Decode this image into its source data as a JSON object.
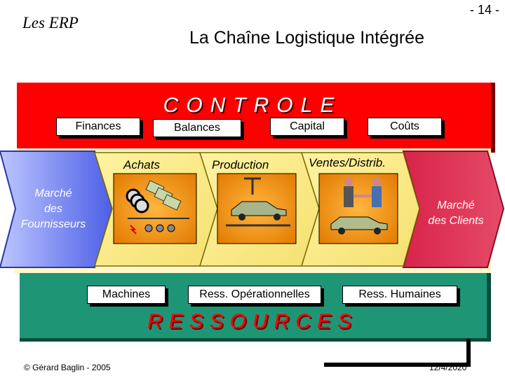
{
  "header": {
    "slide_number": "- 14 -",
    "topic": "Les ERP",
    "title": "La Chaîne Logistique Intégrée"
  },
  "controle": {
    "label": "CONTROLE",
    "color": "#ff0000",
    "boxes": [
      "Finances",
      "Balances",
      "Capital",
      "Coûts"
    ]
  },
  "process": {
    "steps": [
      "Achats",
      "Production",
      "Ventes/Distrib."
    ],
    "supplier_market": [
      "Marché",
      "des",
      "Fournisseurs"
    ],
    "client_market": [
      "Marché",
      "des Clients"
    ]
  },
  "ressources": {
    "label": "RESSOURCES",
    "color": "#1e9676",
    "boxes": [
      "Machines",
      "Ress. Opérationnelles",
      "Ress. Humaines"
    ]
  },
  "footer": {
    "copyright": "© Gérard Baglin - 2005",
    "date": "12/4/2020"
  },
  "icons": [
    "gears-icon",
    "car-icon",
    "handshake-icon"
  ]
}
